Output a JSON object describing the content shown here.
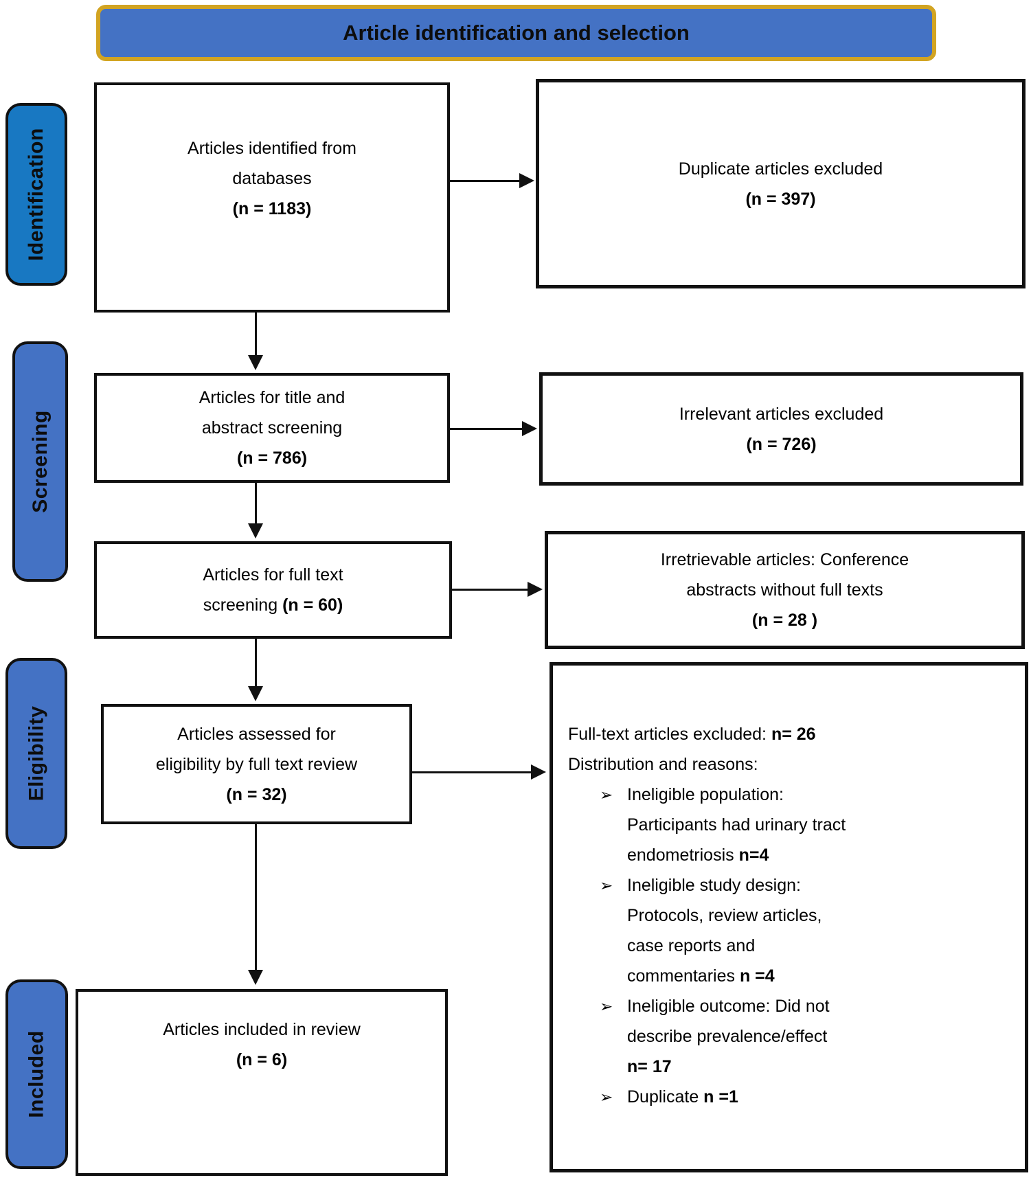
{
  "header": {
    "title": "Article identification and selection"
  },
  "colors": {
    "header_fill": "#4472C4",
    "header_border": "#D2A422",
    "identification_fill": "#1878C2",
    "stage_fill": "#4472C4",
    "line_color": "#111111"
  },
  "stages": [
    {
      "label": "Identification",
      "fill": "#1878C2"
    },
    {
      "label": "Screening",
      "fill": "#4472C4"
    },
    {
      "label": "Eligibility",
      "fill": "#4472C4"
    },
    {
      "label": "Included",
      "fill": "#4472C4"
    }
  ],
  "boxes": {
    "identified": {
      "lines": [
        [
          {
            "t": "Articles identified from"
          }
        ],
        [
          {
            "t": "databases"
          }
        ],
        [
          {
            "t": "(n = 1183)",
            "b": true
          }
        ]
      ]
    },
    "dup_excluded": {
      "lines": [
        [
          {
            "t": "Duplicate articles excluded"
          }
        ],
        [
          {
            "t": "(n = 397)",
            "b": true
          }
        ]
      ]
    },
    "title_abstract": {
      "lines": [
        [
          {
            "t": "Articles for title and"
          }
        ],
        [
          {
            "t": "abstract screening"
          }
        ],
        [
          {
            "t": "(n = 786)",
            "b": true
          }
        ]
      ]
    },
    "irrelevant": {
      "lines": [
        [
          {
            "t": "Irrelevant articles excluded"
          }
        ],
        [
          {
            "t": "(n = 726)",
            "b": true
          }
        ]
      ]
    },
    "full_text": {
      "lines": [
        [
          {
            "t": "Articles for full text"
          }
        ],
        [
          {
            "t": "screening "
          },
          {
            "t": "(n = 60)",
            "b": true
          }
        ]
      ]
    },
    "irretrievable": {
      "lines": [
        [
          {
            "t": "Irretrievable articles: Conference"
          }
        ],
        [
          {
            "t": "abstracts without full texts"
          }
        ],
        [
          {
            "t": "(n = 28 )",
            "b": true
          }
        ]
      ]
    },
    "assessed": {
      "lines": [
        [
          {
            "t": "Articles assessed for"
          }
        ],
        [
          {
            "t": "eligibility by full text review"
          }
        ],
        [
          {
            "t": "(n = 32)",
            "b": true
          }
        ]
      ]
    },
    "included": {
      "lines": [
        [
          {
            "t": "Articles included in review"
          }
        ],
        [
          {
            "t": "(n = 6)",
            "b": true
          }
        ]
      ]
    },
    "fulltext_excluded": {
      "lines": [
        [
          {
            "t": "Full-text articles excluded: "
          },
          {
            "t": "n= 26",
            "b": true
          }
        ],
        [
          {
            "t": "Distribution and reasons:"
          }
        ]
      ],
      "bullet_glyph": "➢",
      "items": [
        [
          [
            {
              "t": "Ineligible population:"
            }
          ],
          [
            {
              "t": "Participants had urinary tract"
            }
          ],
          [
            {
              "t": "endometriosis "
            },
            {
              "t": "n=4",
              "b": true
            }
          ]
        ],
        [
          [
            {
              "t": "Ineligible study design:"
            }
          ],
          [
            {
              "t": "Protocols, review articles,"
            }
          ],
          [
            {
              "t": "case reports and"
            }
          ],
          [
            {
              "t": "commentaries "
            },
            {
              "t": "n =4",
              "b": true
            }
          ]
        ],
        [
          [
            {
              "t": "Ineligible outcome: Did not"
            }
          ],
          [
            {
              "t": "describe prevalence/effect"
            }
          ],
          [
            {
              "t": "n= 17",
              "b": true
            }
          ]
        ],
        [
          [
            {
              "t": "Duplicate "
            },
            {
              "t": "n =1",
              "b": true
            }
          ]
        ]
      ]
    }
  }
}
